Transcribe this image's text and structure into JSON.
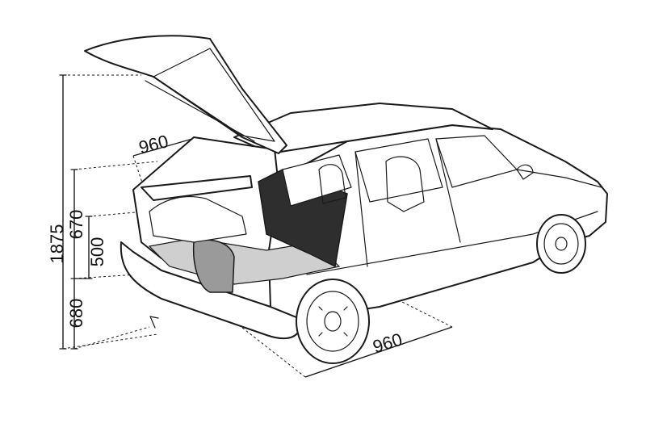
{
  "diagram": {
    "dimensions": {
      "height_overall": "1875",
      "load_height_upper": "670",
      "load_height_lower": "500",
      "sill_height": "680",
      "opening_width_top": "960",
      "floor_width": "960"
    },
    "colors": {
      "ink": "#1a1a1a",
      "background": "#ffffff",
      "dark_shade": "#2e2e2e",
      "mid_shade": "#9a9a9a"
    }
  }
}
